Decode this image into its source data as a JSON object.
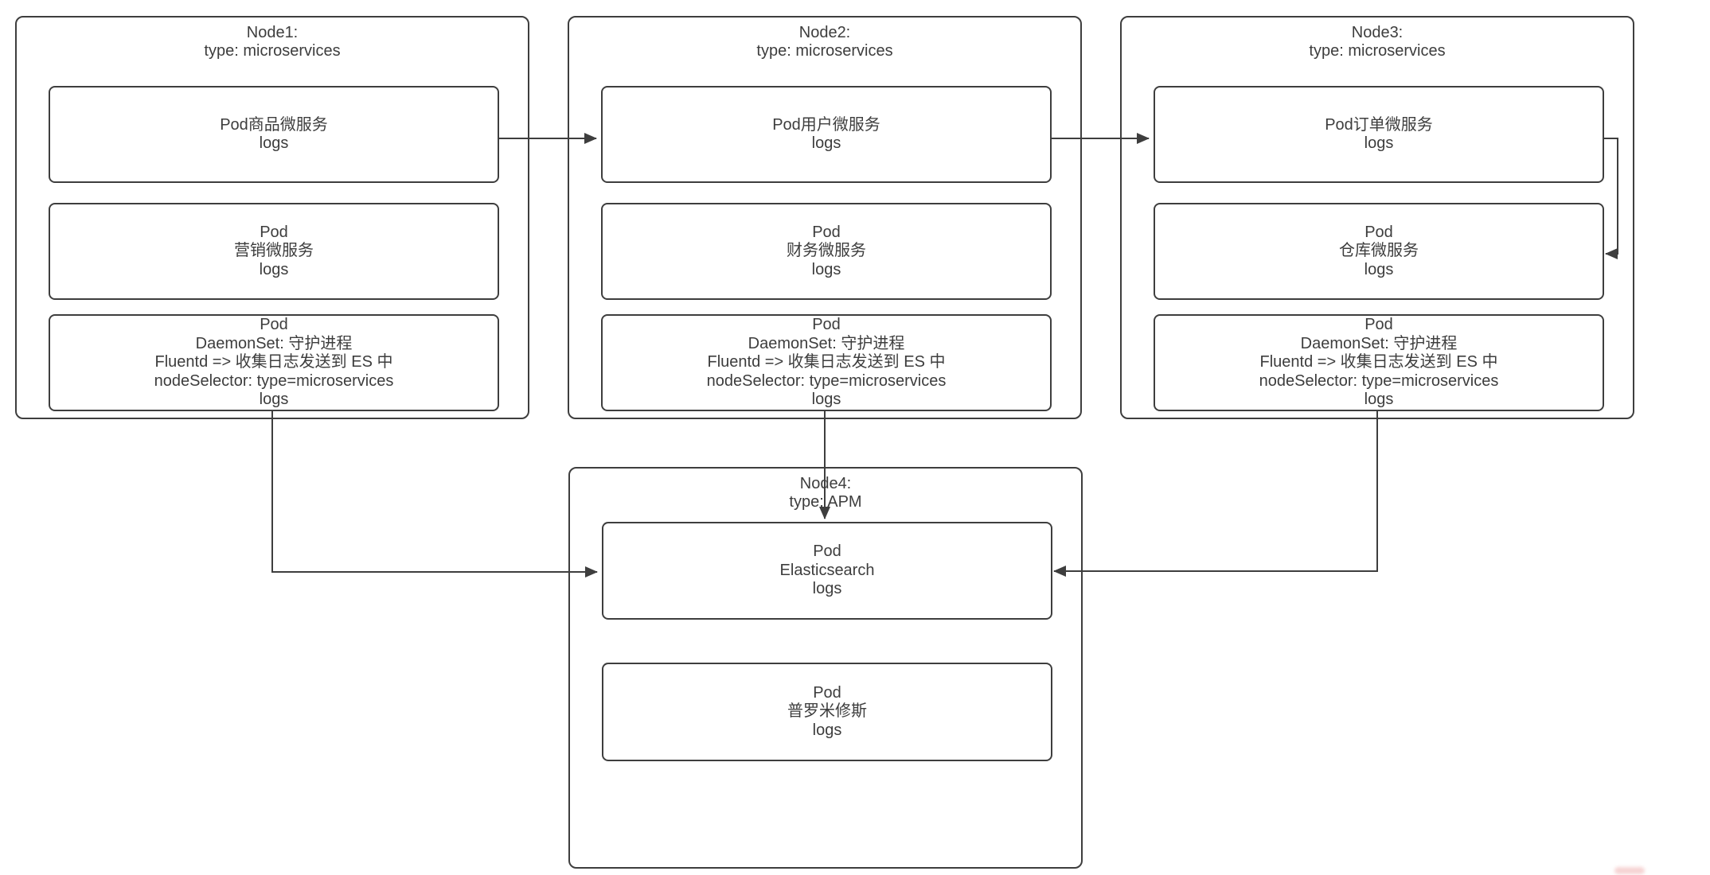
{
  "canvas": {
    "background": "#ffffff",
    "line_color": "#3e3e3e",
    "text_color": "#3d3d3d"
  },
  "nodes": [
    {
      "id": "node1",
      "title": [
        "Node1:",
        "type: microservices"
      ],
      "pods": [
        {
          "id": "node1-pod1",
          "lines": [
            "Pod商品微服务",
            "logs"
          ]
        },
        {
          "id": "node1-pod2",
          "lines": [
            "Pod",
            "营销微服务",
            "logs"
          ]
        },
        {
          "id": "node1-pod3",
          "lines": [
            "Pod",
            "DaemonSet: 守护进程",
            "Fluentd => 收集日志发送到 ES 中",
            "nodeSelector: type=microservices",
            "logs"
          ]
        }
      ]
    },
    {
      "id": "node2",
      "title": [
        "Node2:",
        "type: microservices"
      ],
      "pods": [
        {
          "id": "node2-pod1",
          "lines": [
            "Pod用户微服务",
            "logs"
          ]
        },
        {
          "id": "node2-pod2",
          "lines": [
            "Pod",
            "财务微服务",
            "logs"
          ]
        },
        {
          "id": "node2-pod3",
          "lines": [
            "Pod",
            "DaemonSet: 守护进程",
            "Fluentd => 收集日志发送到 ES 中",
            "nodeSelector: type=microservices",
            "logs"
          ]
        }
      ]
    },
    {
      "id": "node3",
      "title": [
        "Node3:",
        "type: microservices"
      ],
      "pods": [
        {
          "id": "node3-pod1",
          "lines": [
            "Pod订单微服务",
            "logs"
          ]
        },
        {
          "id": "node3-pod2",
          "lines": [
            "Pod",
            "仓库微服务",
            "logs"
          ]
        },
        {
          "id": "node3-pod3",
          "lines": [
            "Pod",
            "DaemonSet: 守护进程",
            "Fluentd => 收集日志发送到 ES 中",
            "nodeSelector: type=microservices",
            "logs"
          ]
        }
      ]
    },
    {
      "id": "node4",
      "title": [
        "Node4:",
        "type: APM"
      ],
      "pods": [
        {
          "id": "node4-pod1",
          "lines": [
            "Pod",
            "Elasticsearch",
            "logs"
          ]
        },
        {
          "id": "node4-pod2",
          "lines": [
            "Pod",
            "普罗米修斯",
            "logs"
          ]
        }
      ]
    }
  ],
  "edges": [
    {
      "from": "node1-pod1",
      "to": "node2-pod1"
    },
    {
      "from": "node2-pod1",
      "to": "node3-pod1"
    },
    {
      "from": "node3-pod1",
      "to": "node3-pod2"
    },
    {
      "from": "node1-pod3",
      "to": "node4-pod1"
    },
    {
      "from": "node2-pod3",
      "to": "node4-pod1"
    },
    {
      "from": "node3-pod3",
      "to": "node4-pod1"
    }
  ]
}
